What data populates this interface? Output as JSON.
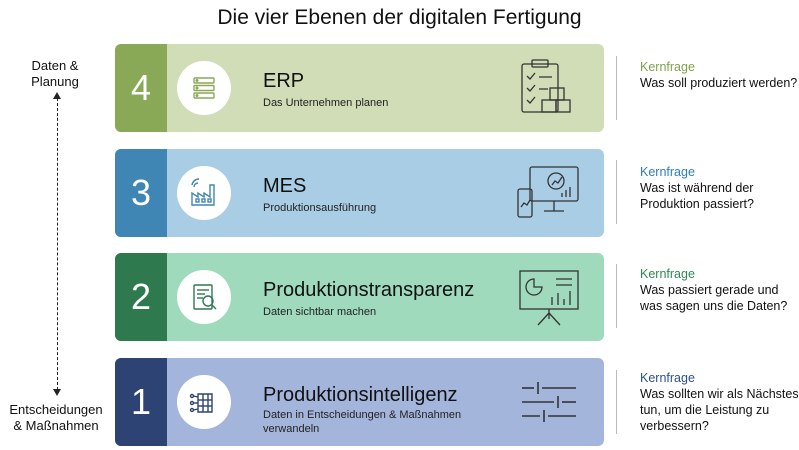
{
  "title": "Die vier Ebenen der digitalen Fertigung",
  "side": {
    "top_line1": "Daten &",
    "top_line2": "Planung",
    "bottom_line1": "Entscheidungen",
    "bottom_line2": "& Maßnahmen"
  },
  "levels": [
    {
      "number": "4",
      "name": "ERP",
      "sub": "Das Unternehmen planen",
      "icon": "server-icon",
      "big_icon": "clipboard-boxes-icon",
      "kernfrage": "Kernfrage",
      "question": "Was soll produziert werden?",
      "color_num": "#8aa957",
      "color_bg": "#d1ddb7",
      "color_kf": "#7ea24a"
    },
    {
      "number": "3",
      "name": "MES",
      "sub": "Produktionsausführung",
      "icon": "smart-factory-icon",
      "big_icon": "monitor-analytics-icon",
      "kernfrage": "Kernfrage",
      "question": "Was ist während der Produktion passiert?",
      "color_num": "#3f86b5",
      "color_bg": "#a9cde5",
      "color_kf": "#2e7fb5"
    },
    {
      "number": "2",
      "name": "Produktionstransparenz",
      "sub": "Daten sichtbar machen",
      "icon": "document-search-icon",
      "big_icon": "presentation-board-icon",
      "kernfrage": "Kernfrage",
      "question": "Was passiert gerade und was sagen uns die Daten?",
      "color_num": "#2e7a4e",
      "color_bg": "#9fdabd",
      "color_kf": "#2e8a55"
    },
    {
      "number": "1",
      "name": "Produktionsintelligenz",
      "sub": "Daten in Entscheidungen & Maßnahmen verwandeln",
      "icon": "ai-brain-icon",
      "big_icon": "sliders-icon",
      "kernfrage": "Kernfrage",
      "question": "Was sollten wir als Nächstes tun, um die Leistung zu verbessern?",
      "color_num": "#2c4373",
      "color_bg": "#a4b5db",
      "color_kf": "#2f4f8f"
    }
  ]
}
